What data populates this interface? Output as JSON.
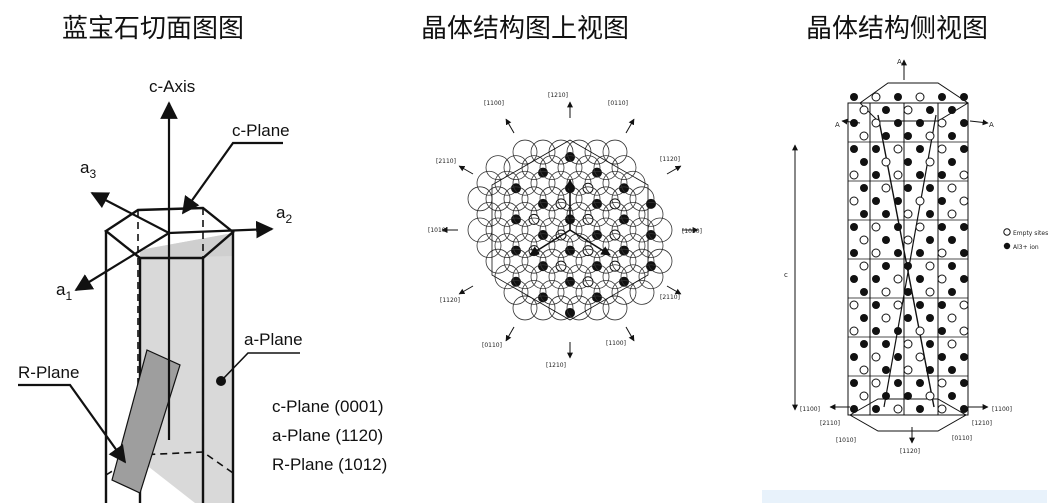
{
  "titles": {
    "sapphire_planes": "蓝宝石切面图图",
    "top_view": "晶体结构图上视图",
    "side_view": "晶体结构侧视图"
  },
  "diagram1": {
    "c_axis": "c-Axis",
    "c_plane": "c-Plane",
    "a3": "a",
    "a3_sub": "3",
    "a2": "a",
    "a2_sub": "2",
    "a1": "a",
    "a1_sub": "1",
    "a_plane": "a-Plane",
    "r_plane": "R-Plane",
    "legend": [
      "c-Plane (0001)",
      "a-Plane (1120)",
      "R-Plane (1012)"
    ]
  },
  "diagram2": {
    "directions": [
      "[1210]",
      "[0110]",
      "[1120]",
      "[1010]",
      "[2110]",
      "[1100]",
      "[1210]",
      "[0110]",
      "[1120]",
      "[1010]",
      "[2110]",
      "[1100]"
    ]
  },
  "diagram3": {
    "top": "A",
    "left": "A",
    "right": "A",
    "legend": [
      "Empty sites",
      "Al3+ ion"
    ],
    "c_label": "c",
    "bottom": [
      "[1100]",
      "[1100]",
      "[2110]",
      "[1210]",
      "[1010]",
      "[0110]",
      "[1120]"
    ]
  },
  "colors": {
    "ink": "#111111",
    "plane_gray": "#d9d9d9",
    "r_plane_gray": "#9e9e9e"
  }
}
